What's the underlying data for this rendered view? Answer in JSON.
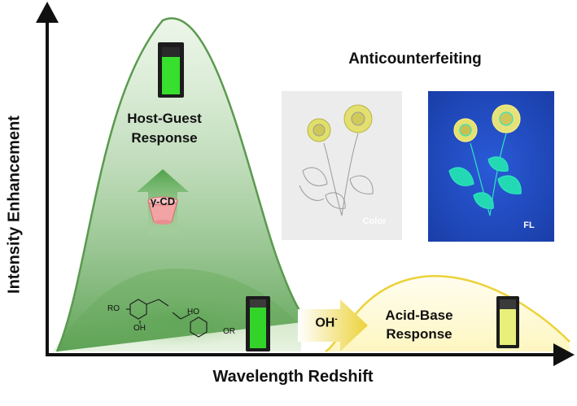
{
  "title": "Anticounterfeiting",
  "host_guest_line1": "Host-Guest",
  "host_guest_line2": "Response",
  "gamma_cd": "γ-CD",
  "acid_base_line1": "Acid-Base",
  "acid_base_line2": "Response",
  "oh_base": "OH",
  "oh_sup": "-",
  "x_axis_label": "Wavelength Redshift",
  "y_axis_label": "Intensity Enhancement",
  "photo_color_label": "Color",
  "photo_fl_label": "FL",
  "molecule": {
    "ro_left": "RO",
    "oh_left": "OH",
    "ho_right": "HO",
    "or_right": "OR"
  },
  "colors": {
    "green_curve": "#5a9a4e",
    "green_fill": "#8fc682",
    "yellow_curve": "#ecd23a",
    "fluor_green": "#33e02a",
    "fluor_yellow": "#f0f06a",
    "uv_blue": "#1a46c8"
  },
  "icons": [
    "axis-arrow-icon",
    "cuvette-icon",
    "cyclodextrin-icon",
    "up-arrow-icon",
    "right-arrow-icon",
    "sunflower-icon"
  ]
}
